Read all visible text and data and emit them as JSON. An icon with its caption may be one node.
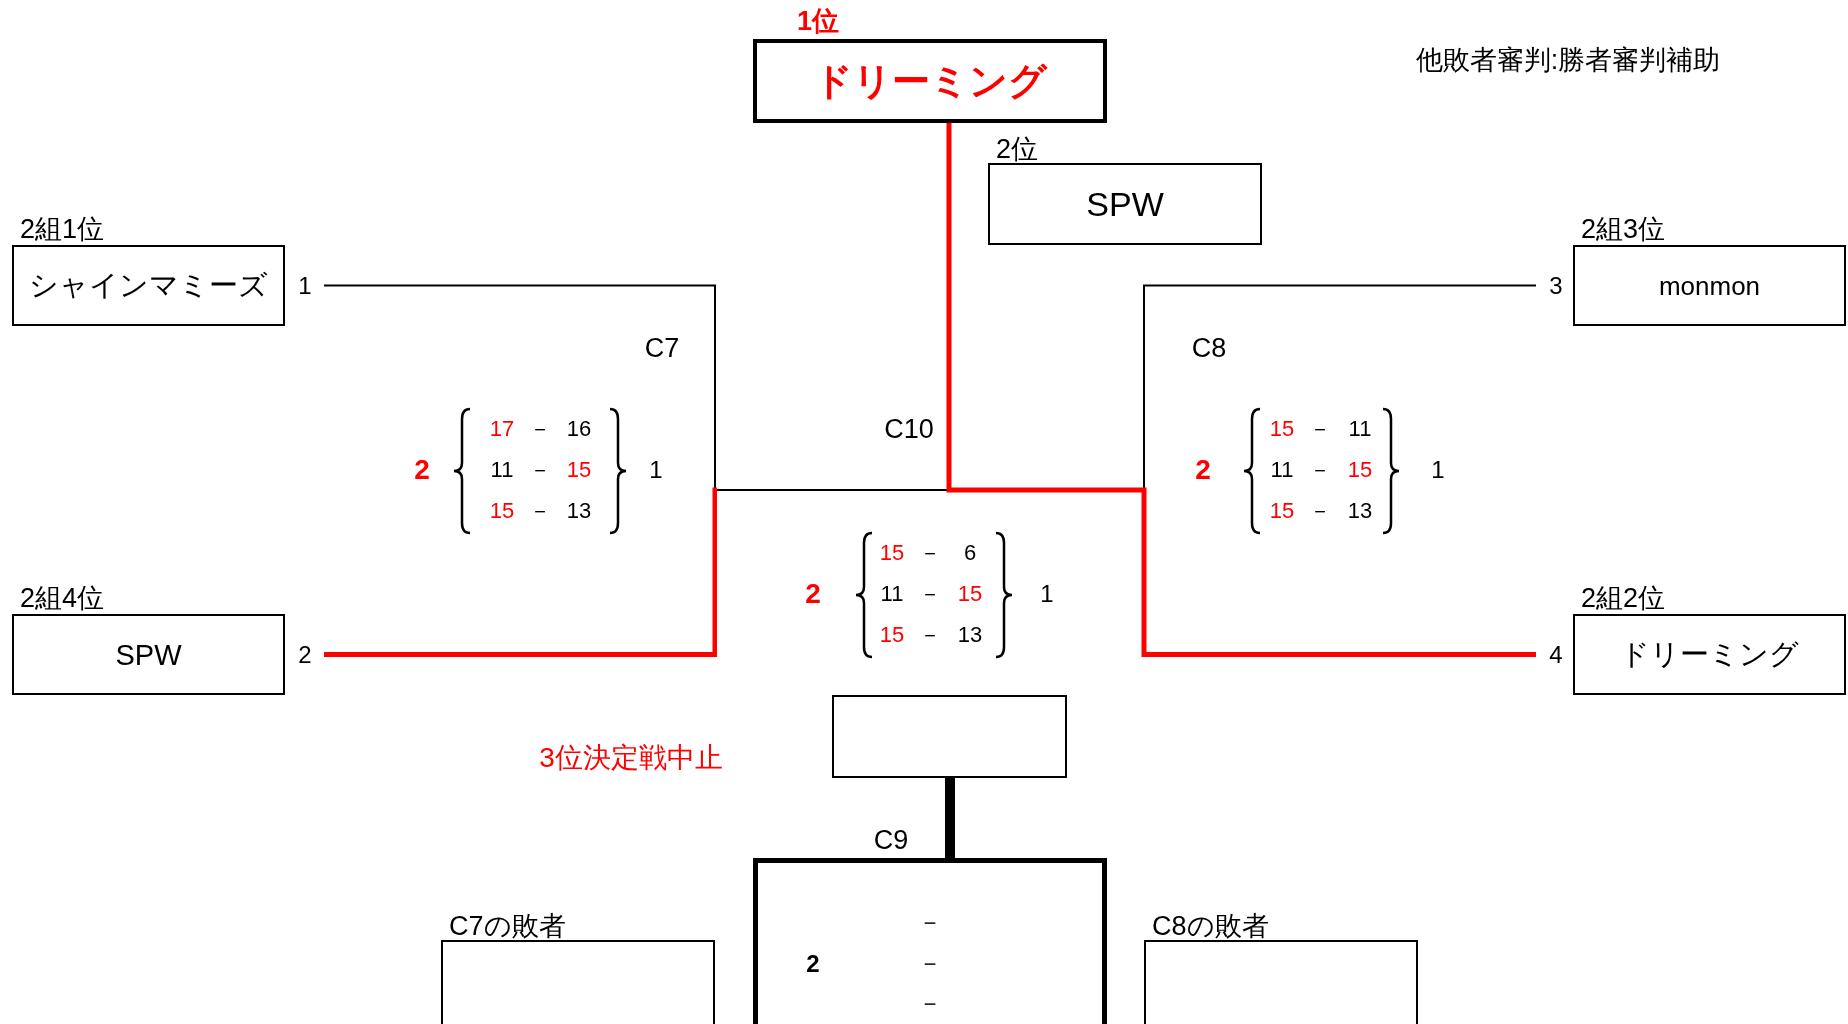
{
  "diagram": {
    "nodes": [
      {
        "text": [
          "1位",
          "ドリーミング"
        ]
      },
      {
        "text": [
          "2位",
          "SPW"
        ]
      },
      {
        "text": [
          "2組1位",
          "シャインマミーズ"
        ],
        "beside": [
          "1"
        ]
      },
      {
        "text": [
          "2組3位",
          "monmon"
        ],
        "beside": [
          "3"
        ]
      },
      {
        "text": [
          "2組4位",
          "SPW"
        ],
        "beside": [
          "2"
        ]
      },
      {
        "text": [
          "2組2位",
          "ドリーミング"
        ],
        "beside": [
          "4"
        ]
      },
      {
        "text": [],
        "shape": "box"
      },
      {
        "text": [
          "2",
          "－",
          "－",
          "－"
        ]
      },
      {
        "text": [
          "C7の敗者"
        ]
      },
      {
        "text": [
          "C8の敗者"
        ]
      }
    ],
    "edges": [
      {
        "from": 2,
        "to": 0,
        "arrow": "none"
      },
      {
        "from": 4,
        "to": 0,
        "arrow": "none",
        "color": "#ff0000"
      },
      {
        "from": 3,
        "to": 0,
        "arrow": "none"
      },
      {
        "from": 5,
        "to": 0,
        "arrow": "none",
        "color": "#ff0000"
      },
      {
        "from": 7,
        "to": 6,
        "arrow": "none",
        "style": "thick"
      }
    ],
    "labels": [
      "他敗者審判:勝者審判補助",
      "C7",
      "C8",
      "C10",
      "2",
      "17",
      "－",
      "16",
      "11",
      "－",
      "15",
      "15",
      "－",
      "13",
      "1",
      "2",
      "15",
      "－",
      "11",
      "11",
      "－",
      "15",
      "15",
      "－",
      "13",
      "1",
      "2",
      "15",
      "－",
      "6",
      "11",
      "－",
      "15",
      "15",
      "－",
      "13",
      "1",
      "3位決定戦中止",
      "C9"
    ]
  }
}
